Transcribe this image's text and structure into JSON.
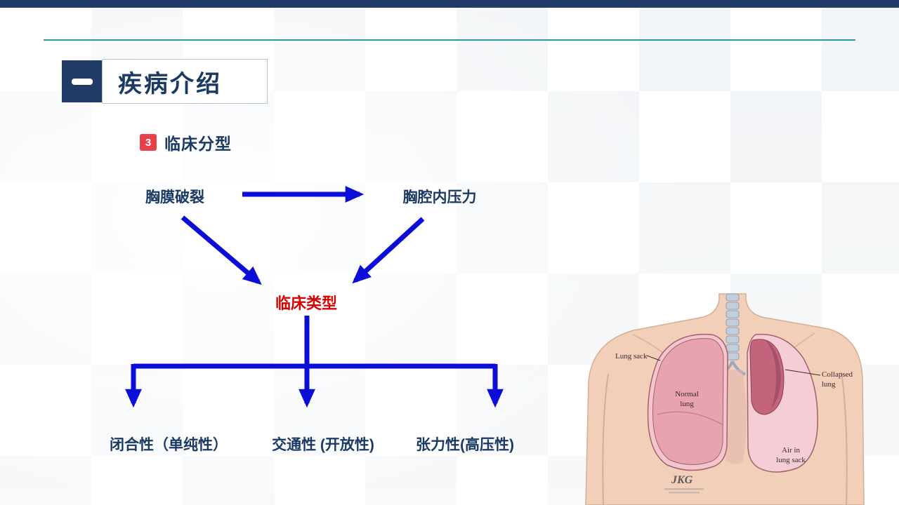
{
  "slide": {
    "title": "疾病介绍",
    "section_badge": "3",
    "section_title": "临床分型"
  },
  "flowchart": {
    "node_pleura": "胸膜破裂",
    "node_pressure": "胸腔内压力",
    "node_type": "临床类型",
    "leaf_closed": "闭合性（单纯性）",
    "leaf_open": "交通性 (开放性)",
    "leaf_tension": "张力性(高压性)"
  },
  "illustration": {
    "labels": {
      "lung_sack": "Lung sack",
      "normal_lung_line1": "Normal",
      "normal_lung_line2": "lung",
      "collapsed_lung_line1": "Collapsed",
      "collapsed_lung_line2": "lung",
      "air_line1": "Air in",
      "air_line2": "lung sack",
      "signature": "JKG"
    }
  },
  "colors": {
    "top_bar": "#203c66",
    "teal_line": "#2f99a6",
    "navy_text": "#1b3a63",
    "arrow_blue": "#0d0dd8",
    "type_red": "#d90000",
    "badge_red": "#e8404a"
  }
}
